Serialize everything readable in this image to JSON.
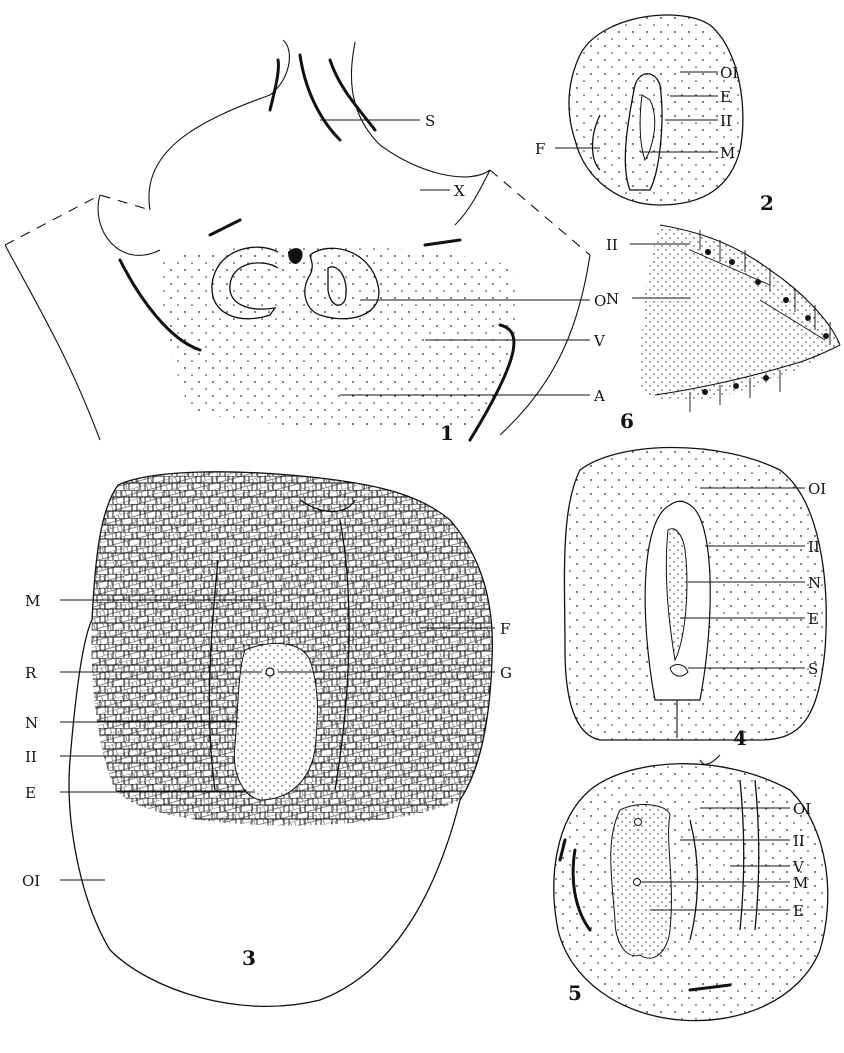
{
  "plate": {
    "figures": [
      {
        "number": "1",
        "labels": [
          "S",
          "X",
          "O",
          "V",
          "A"
        ]
      },
      {
        "number": "2",
        "labels": [
          "OI",
          "E",
          "II",
          "F",
          "M"
        ]
      },
      {
        "number": "3",
        "labels": [
          "M",
          "F",
          "R",
          "G",
          "N",
          "II",
          "E",
          "OI"
        ]
      },
      {
        "number": "4",
        "labels": [
          "OI",
          "II",
          "N",
          "E",
          "S"
        ]
      },
      {
        "number": "5",
        "labels": [
          "OI",
          "II",
          "V",
          "M",
          "E"
        ]
      },
      {
        "number": "6",
        "labels": [
          "II",
          "N"
        ]
      }
    ]
  }
}
